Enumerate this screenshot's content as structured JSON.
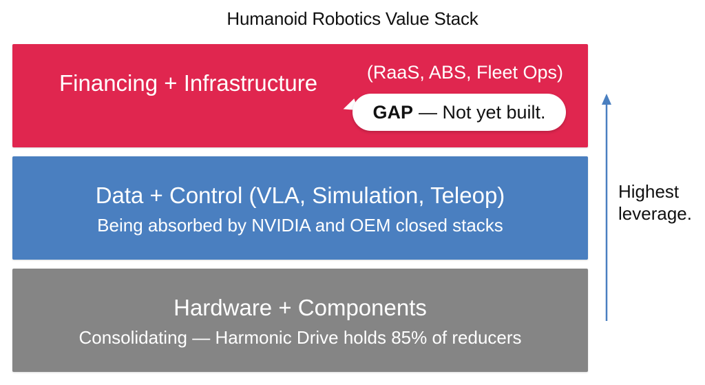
{
  "title": "Humanoid Robotics Value Stack",
  "colors": {
    "top_layer": "#E0264F",
    "middle_layer": "#4A7FC0",
    "bottom_layer": "#858585",
    "arrow": "#4A7FC0"
  },
  "layers": {
    "top": {
      "title": "Financing + Infrastructure",
      "subtitle": "(RaaS, ABS, Fleet Ops)",
      "callout_bold": "GAP",
      "callout_text": "— Not yet built."
    },
    "middle": {
      "title": "Data + Control (VLA, Simulation, Teleop)",
      "subtitle": "Being absorbed by NVIDIA and OEM closed stacks"
    },
    "bottom": {
      "title": "Hardware + Components",
      "subtitle": "Consolidating — Harmonic Drive holds 85% of reducers"
    }
  },
  "arrow": {
    "label_line1": "Highest",
    "label_line2": "leverage."
  }
}
